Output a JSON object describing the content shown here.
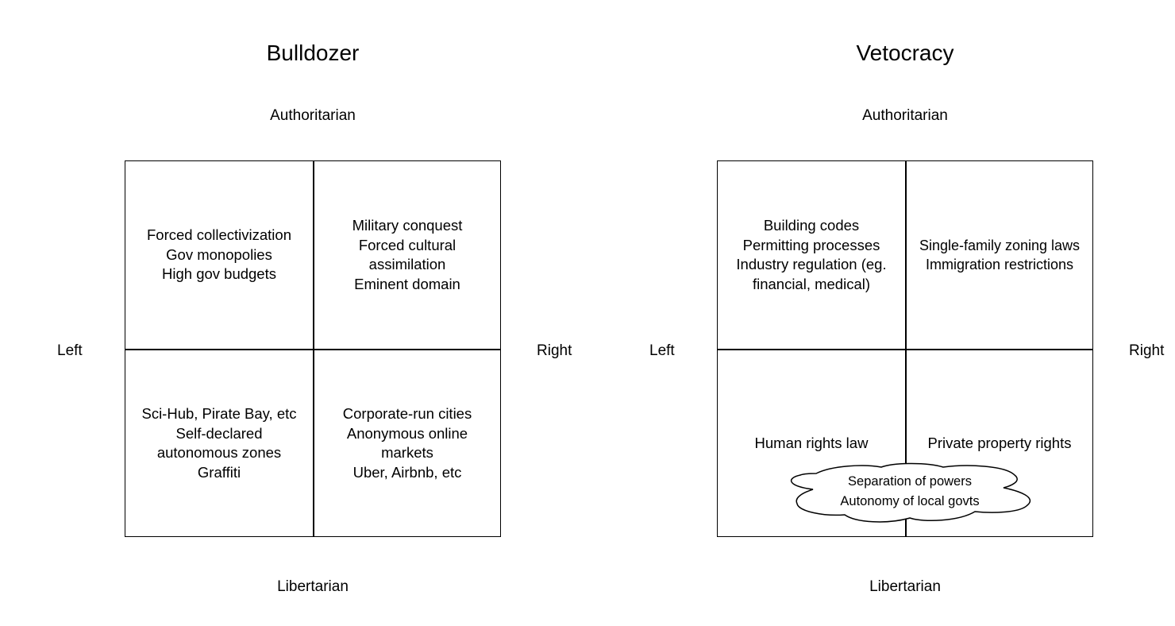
{
  "diagrams": [
    {
      "title": "Bulldozer",
      "axes": {
        "top": "Authoritarian",
        "bottom": "Libertarian",
        "left": "Left",
        "right": "Right"
      },
      "quadrants": {
        "top_left": [
          "Forced collectivization",
          "Gov monopolies",
          "High gov budgets"
        ],
        "top_right": [
          "Military conquest",
          "Forced cultural",
          "assimilation",
          "Eminent domain"
        ],
        "bottom_left": [
          "Sci-Hub, Pirate Bay, etc",
          "Self-declared",
          "autonomous zones",
          "Graffiti"
        ],
        "bottom_right": [
          "Corporate-run cities",
          "Anonymous online",
          "markets",
          "Uber, Airbnb, etc"
        ]
      }
    },
    {
      "title": "Vetocracy",
      "axes": {
        "top": "Authoritarian",
        "bottom": "Libertarian",
        "left": "Left",
        "right": "Right"
      },
      "quadrants": {
        "top_left": [
          "Building codes",
          "Permitting processes",
          "Industry regulation (eg.",
          "financial, medical)"
        ],
        "top_right": [
          "Single-family zoning laws",
          "Immigration restrictions"
        ],
        "bottom_left": [
          "Human rights law"
        ],
        "bottom_right": [
          "Private property rights"
        ]
      },
      "cloud": [
        "Separation of powers",
        "Autonomy of local govts"
      ]
    }
  ]
}
